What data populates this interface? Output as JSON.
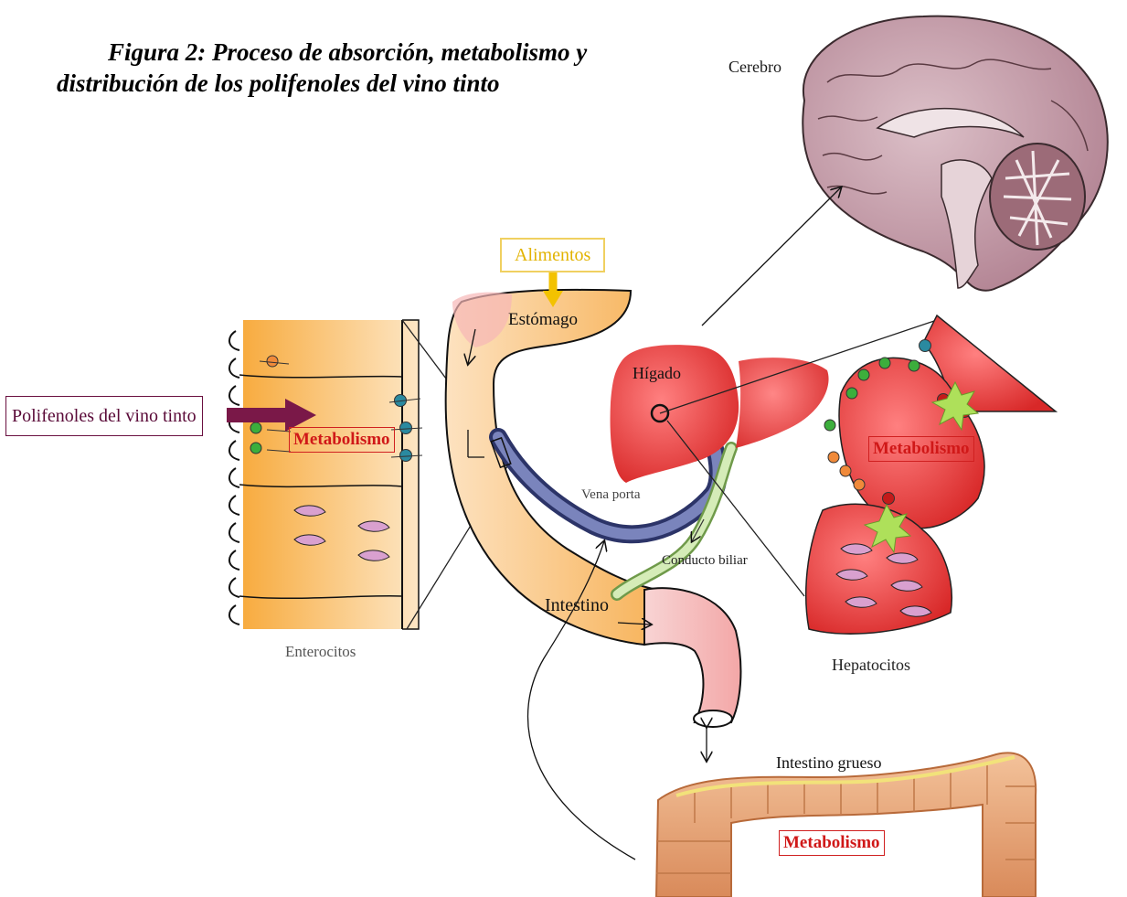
{
  "title": {
    "line1": "Figura 2: Proceso de absorción, metabolismo y",
    "line2": "distribución de los polifenoles del vino tinto"
  },
  "labels": {
    "cerebro": "Cerebro",
    "alimentos": "Alimentos",
    "estomago": "Estómago",
    "higado": "Hígado",
    "polifenoles": "Polifenoles del vino tinto",
    "metabolismo_enterocitos": "Metabolismo",
    "metabolismo_hepatocitos": "Metabolismo",
    "metabolismo_intestino_grueso": "Metabolismo",
    "vena_porta": "Vena porta",
    "conducto_biliar": "Conducto biliar",
    "intestino": "Intestino",
    "enterocitos": "Enterocitos",
    "hepatocitos": "Hepatocitos",
    "intestino_grueso": "Intestino grueso"
  },
  "colors": {
    "enterocyte_orange": "#f6b24a",
    "liver_red": "#e23a3a",
    "brain_pink": "#c49aa6",
    "vein_blue": "#4a5590",
    "bile_green": "#a9cf7a",
    "colon_tan": "#e7a978",
    "marker_teal": "#2a8aa0",
    "marker_green": "#3cae3c",
    "marker_orange": "#f08a3a",
    "marker_red": "#c41a1a"
  }
}
